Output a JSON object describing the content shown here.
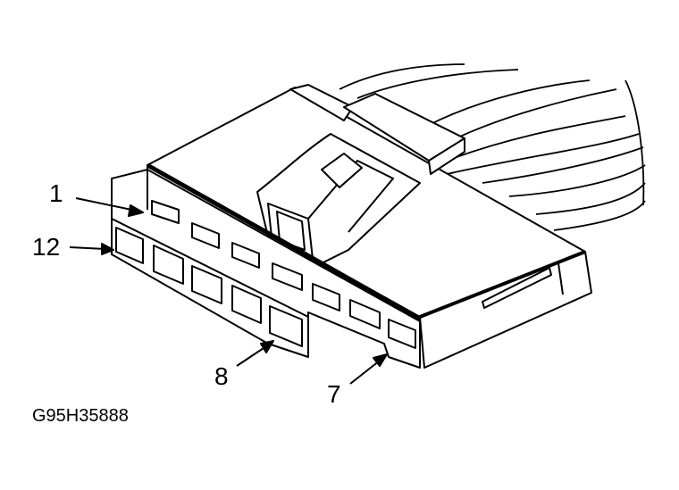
{
  "figure": {
    "title": "Connector terminal identification",
    "labels": {
      "pin_1": "1",
      "pin_12": "12",
      "pin_8": "8",
      "pin_7": "7"
    },
    "figure_code": "G95H35888"
  },
  "colors": {
    "line": "#000000",
    "background": "#ffffff"
  }
}
